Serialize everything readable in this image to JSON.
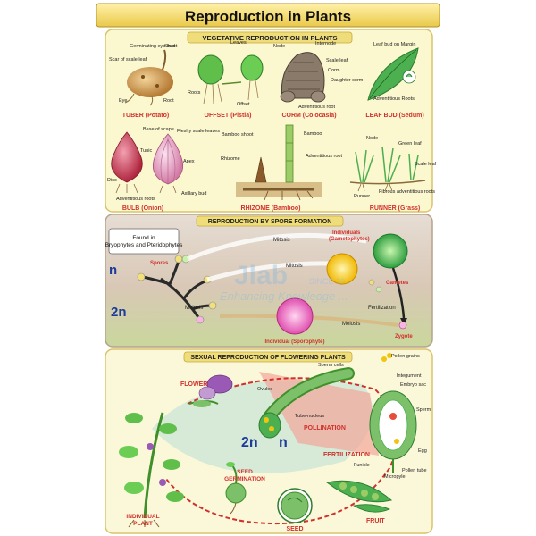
{
  "title": "Reproduction in Plants",
  "sections": {
    "vegetative": {
      "heading": "VEGETATIVE REPRODUCTION IN PLANTS",
      "tuber": {
        "caption": "TUBER (Potato)",
        "labels": [
          "Germinating eye bud",
          "Scar of scale leaf",
          "Shoot",
          "Eye",
          "Root"
        ]
      },
      "offset": {
        "caption": "OFFSET (Pistia)",
        "labels": [
          "Leaves",
          "Roots",
          "Offset"
        ]
      },
      "corm": {
        "caption": "CORM (Colocasia)",
        "labels": [
          "Node",
          "Internode",
          "Scale leaf",
          "Corm",
          "Daughter corm",
          "Adventitious root"
        ]
      },
      "leafbud": {
        "caption": "LEAF BUD (Sedum)",
        "labels": [
          "Leaf bud on Margin",
          "Adventitious Roots"
        ]
      },
      "bulb": {
        "caption": "BULB (Onion)",
        "labels": [
          "Base of scape",
          "Fleshy scale leaves",
          "Tunic",
          "Apex",
          "Disc",
          "Adventitious roots",
          "Axillary bud"
        ]
      },
      "rhizome": {
        "caption": "RHIZOME (Bamboo)",
        "labels": [
          "Bamboo shoot",
          "Rhizome",
          "Bamboo",
          "Adventitious root"
        ]
      },
      "runner": {
        "caption": "RUNNER (Grass)",
        "labels": [
          "Node",
          "Green leaf",
          "Scale leaf",
          "Runner",
          "Fibrous adventitious roots"
        ]
      }
    },
    "spore": {
      "heading": "REPRODUCTION BY SPORE FORMATION",
      "found_in": "Found in Bryophytes and Pteridophytes",
      "labels": {
        "spores": "Spores",
        "mitosis1": "Mitosis",
        "mitosis2": "Mitosis",
        "individuals": "Individuals (Gametophytes)",
        "gametes": "Gametes",
        "fertilization": "Fertilization",
        "meiosis1": "Meiosis",
        "meiosis2": "Meiosis",
        "sporophyte": "Individual (Sporophyte)",
        "zygote": "Zygote",
        "n": "n",
        "two_n": "2n"
      }
    },
    "sexual": {
      "heading": "SEXUAL REPRODUCTION OF FLOWERING PLANTS",
      "labels": {
        "flower": "FLOWER",
        "pollination": "POLLINATION",
        "fertilization": "FERTILIZATION",
        "fruit": "FRUIT",
        "seed": "SEED",
        "germination": "SEED GERMINATION",
        "plant": "INDIVIDUAL PLANT",
        "two_n": "2n",
        "n": "n",
        "sperm_cells": "Sperm cells",
        "pollen_grains": "Pollen grains",
        "integument": "Integument",
        "embryo_sac": "Embryo sac",
        "sperm": "Sperm",
        "egg": "Egg",
        "pollen_tube": "Pollen tube",
        "micropyle": "Micropyle",
        "funicle": "Funicle",
        "ovules": "Ovules",
        "tube_nucleus": "Tube-nucleus"
      }
    }
  },
  "watermark": {
    "brand": "Jlab",
    "since": "SINCE 19..",
    "tagline": "Enhancing Knowledge ..."
  },
  "colors": {
    "caption_red": "#d0312d",
    "heading_bg": "#eedd7a",
    "panel1": "#fbf7cf",
    "panel2": "#d8cfc4",
    "panel3": "#fbf8d9"
  }
}
